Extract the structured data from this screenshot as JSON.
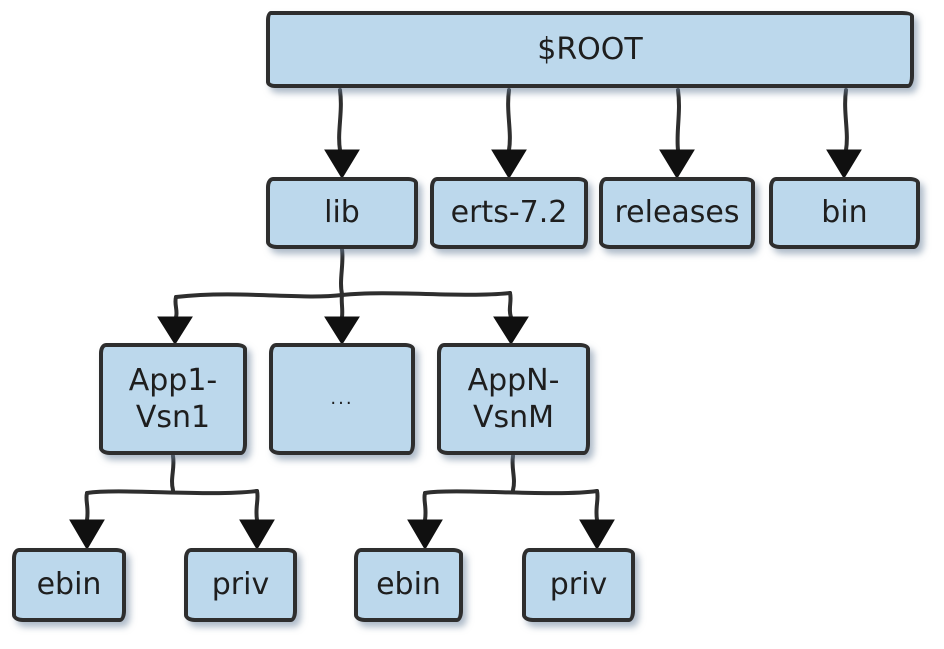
{
  "nodes": {
    "root": {
      "label": "$ROOT"
    },
    "lib": {
      "label": "lib"
    },
    "erts": {
      "label": "erts-7.2"
    },
    "releases": {
      "label": "releases"
    },
    "bin": {
      "label": "bin"
    },
    "app1": {
      "line1": "App1-",
      "line2": "Vsn1"
    },
    "ellipsis": {
      "label": "..."
    },
    "appn": {
      "line1": "AppN-",
      "line2": "VsnM"
    },
    "ebin_left": {
      "label": "ebin"
    },
    "priv_left": {
      "label": "priv"
    },
    "ebin_right": {
      "label": "ebin"
    },
    "priv_right": {
      "label": "priv"
    }
  },
  "edges": [
    {
      "from": "$ROOT",
      "to": "lib"
    },
    {
      "from": "$ROOT",
      "to": "erts-7.2"
    },
    {
      "from": "$ROOT",
      "to": "releases"
    },
    {
      "from": "$ROOT",
      "to": "bin"
    },
    {
      "from": "lib",
      "to": "App1-Vsn1"
    },
    {
      "from": "lib",
      "to": "..."
    },
    {
      "from": "lib",
      "to": "AppN-VsnM"
    },
    {
      "from": "App1-Vsn1",
      "to": "ebin"
    },
    {
      "from": "App1-Vsn1",
      "to": "priv"
    },
    {
      "from": "AppN-VsnM",
      "to": "ebin"
    },
    {
      "from": "AppN-VsnM",
      "to": "priv"
    }
  ],
  "colors": {
    "box_fill": "#bcd8ec",
    "box_border": "#2e2e2e",
    "arrow": "#101010",
    "text": "#1e1e1e",
    "bg": "#ffffff"
  }
}
